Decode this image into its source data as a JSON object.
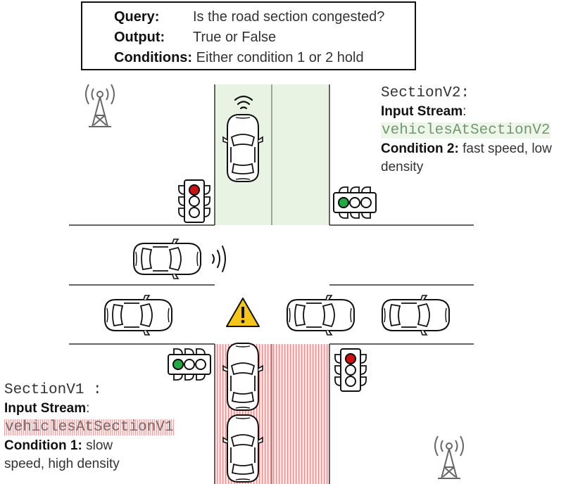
{
  "query_box": {
    "query_label": "Query:",
    "query_text": "Is the road section congested?",
    "output_label": "Output:",
    "output_text": "True or False",
    "conditions_label": "Conditions:",
    "conditions_text": "Either condition 1 or 2 hold"
  },
  "section_v2": {
    "title": "SectionV2:",
    "input_stream_label": "Input Stream",
    "input_stream_colon": ":",
    "stream_name": "vehiclesAtSectionV2",
    "condition_label": "Condition 2:",
    "condition_text": "fast speed, low density",
    "highlight_color": "#e8f3e3"
  },
  "section_v1": {
    "title": "SectionV1 :",
    "input_stream_label": "Input Stream",
    "input_stream_colon": ":",
    "stream_name": "vehiclesAtSectionV1",
    "condition_label": "Condition 1:",
    "condition_text": "slow speed, high density",
    "highlight_color": "#f2a0a0"
  },
  "icons": {
    "cell_towers": [
      "cell-tower-icon",
      "cell-tower-icon"
    ],
    "traffic_lights": [
      "traffic-light-red",
      "traffic-light-green",
      "traffic-light-green",
      "traffic-light-red"
    ],
    "warning": "warning-triangle-icon",
    "signal": "wireless-signal-icon",
    "light_colors": {
      "red": "#cc1111",
      "green": "#22aa44",
      "warning_fill": "#f5c518"
    }
  },
  "cars": {
    "count": 7
  }
}
